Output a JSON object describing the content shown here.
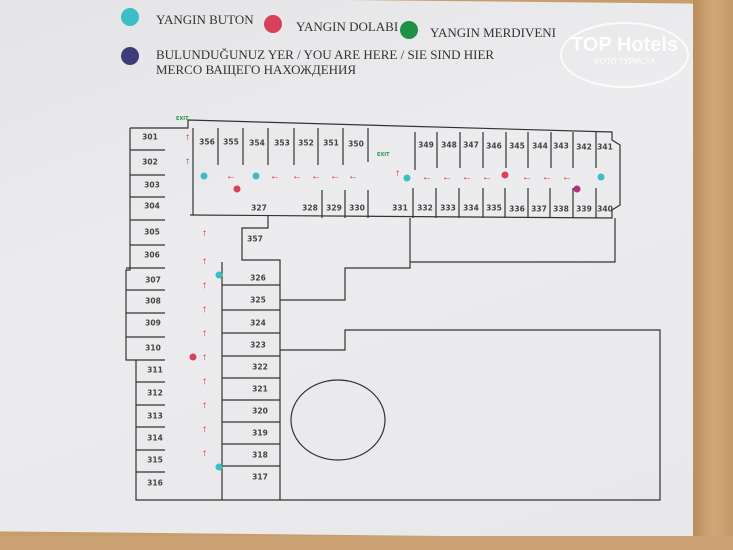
{
  "legend": {
    "fire_button": {
      "label": "YANGIN BUTON",
      "color": "#3bbfc4"
    },
    "fire_cabinet": {
      "label": "YANGIN DOLABI",
      "color": "#d9405a"
    },
    "fire_stairs": {
      "label": "YANGIN MERDIVENI",
      "color": "#1f9146"
    },
    "you_are_here": {
      "label_line1": "BULUNDUĞUNUZ YER / YOU ARE HERE / SIE SIND HIER",
      "label_line2": "MERCO ВАЩЕГО НАХОЖДЕНИЯ",
      "color": "#3d3c78"
    }
  },
  "watermark": {
    "title": "TOP Hotels",
    "subtitle": "ФОТО ТУРИСТА"
  },
  "exit_label": "EXIT",
  "rooms": [
    "301",
    "302",
    "303",
    "304",
    "305",
    "306",
    "307",
    "308",
    "309",
    "310",
    "311",
    "312",
    "313",
    "314",
    "315",
    "316",
    "356",
    "355",
    "354",
    "353",
    "352",
    "351",
    "350",
    "349",
    "348",
    "347",
    "346",
    "345",
    "344",
    "343",
    "342",
    "341",
    "327",
    "328",
    "329",
    "330",
    "331",
    "332",
    "333",
    "334",
    "335",
    "336",
    "337",
    "338",
    "339",
    "340",
    "326",
    "325",
    "324",
    "323",
    "322",
    "321",
    "320",
    "319",
    "318",
    "317",
    "357"
  ]
}
